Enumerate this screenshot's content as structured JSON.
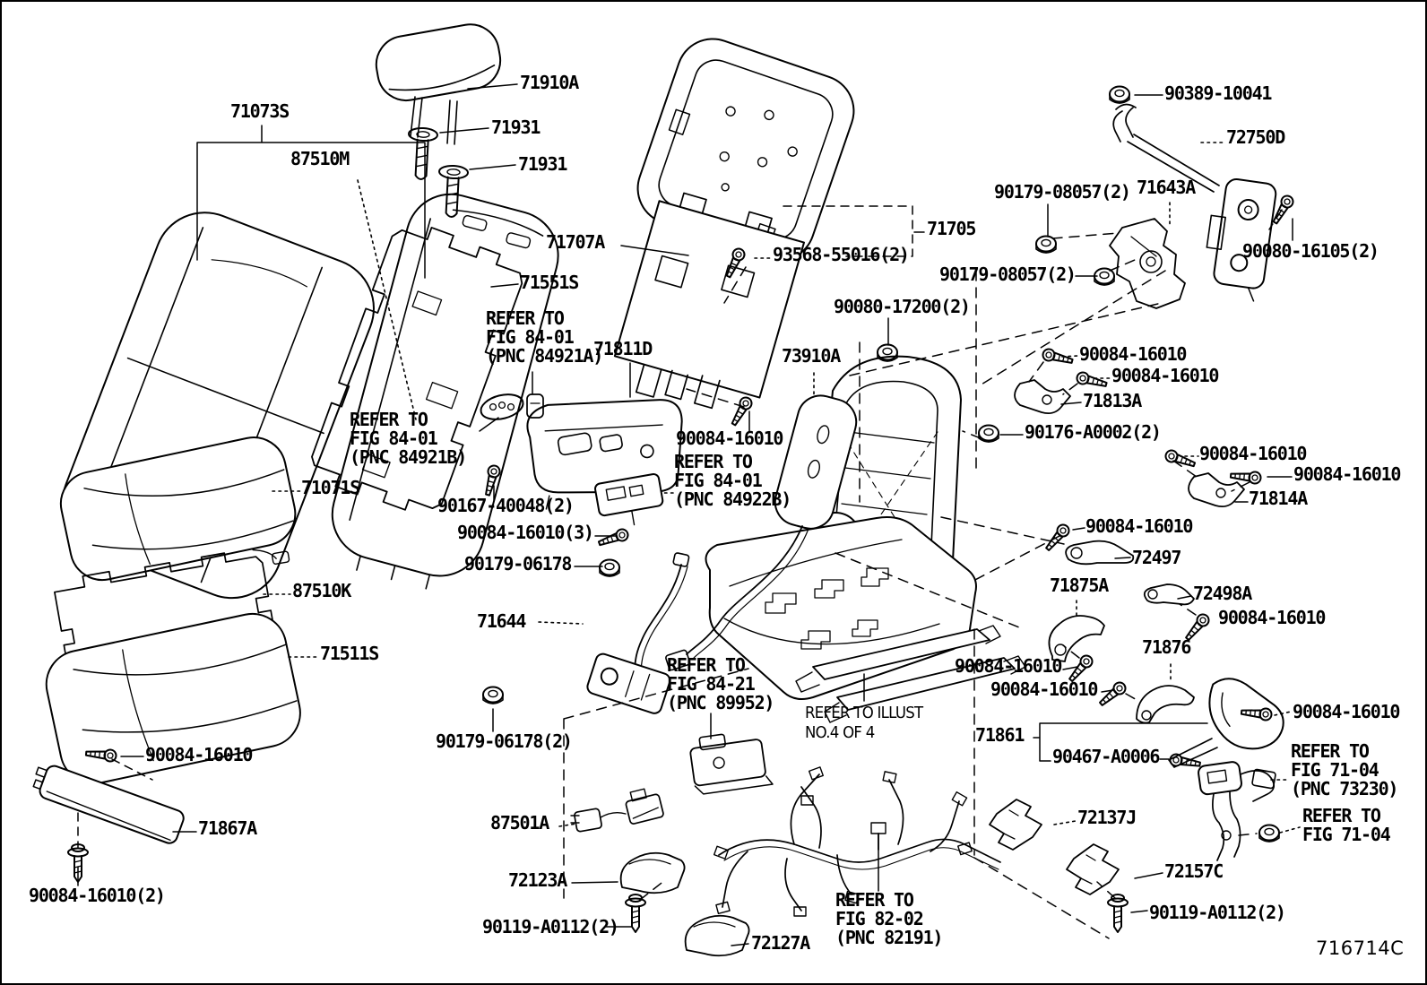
{
  "diagram": {
    "title": "Front seat & seat track exploded parts diagram",
    "code": "716714C",
    "colors": {
      "line": "#000000",
      "background": "#ffffff"
    },
    "labels": {
      "l71073S": "71073S",
      "l87510M": "87510M",
      "l71910A": "71910A",
      "l71931a": "71931",
      "l71931b": "71931",
      "l71551S": "71551S",
      "l71811D": "71811D",
      "l90167": "90167-40048(2)",
      "l90084_3": "90084-16010(3)",
      "l90179a": "90179-06178",
      "l71644": "71644",
      "l90179b": "90179-06178(2)",
      "l71707A": "71707A",
      "l93568": "93568-55016(2)",
      "l71705": "71705",
      "l90080_17200": "90080-17200(2)",
      "l73910A": "73910A",
      "l90084_c": "90084-16010",
      "l71071S": "71071S",
      "l87510K": "87510K",
      "l71511S": "71511S",
      "l90084_l1": "90084-16010",
      "l71867A": "71867A",
      "l90084_l2": "90084-16010(2)",
      "l90389": "90389-10041",
      "l72750D": "72750D",
      "l90179_08057a": "90179-08057(2)",
      "l71643A": "71643A",
      "l90080_16105": "90080-16105(2)",
      "l90179_08057b": "90179-08057(2)",
      "l90084_r1": "90084-16010",
      "l90084_r2": "90084-16010",
      "l71813A": "71813A",
      "l90176": "90176-A0002(2)",
      "l90084_r3": "90084-16010",
      "l90084_r4": "90084-16010",
      "l71814A": "71814A",
      "l90084_r5": "90084-16010",
      "l72497": "72497",
      "l71875A": "71875A",
      "l72498A": "72498A",
      "l90084_r6": "90084-16010",
      "l71876": "71876",
      "l90084_r7": "90084-16010",
      "l90084_r8": "90084-16010",
      "l90084_r9": "90084-16010",
      "l71861": "71861",
      "l90467": "90467-A0006",
      "l72137J": "72137J",
      "l72157C": "72157C",
      "l90119r": "90119-A0112(2)",
      "l87501A": "87501A",
      "l72123A": "72123A",
      "l90119l": "90119-A0112(2)",
      "l72127A": "72127A"
    },
    "notes": {
      "refer_8401a": "REFER TO\nFIG 84-01\n(PNC 84921A)",
      "refer_8401b": "REFER TO\nFIG 84-01\n(PNC 84921B)",
      "refer_8401c": "REFER TO\nFIG 84-01\n(PNC 84922B)",
      "refer_8421": "REFER TO\nFIG 84-21\n(PNC 89952)",
      "refer_illust": "REFER TO ILLUST\nNO.4 OF 4",
      "refer_7104a": "REFER TO\nFIG 71-04\n(PNC 73230)",
      "refer_7104b": "REFER TO\nFIG 71-04",
      "refer_8202": "REFER TO\nFIG 82-02\n(PNC 82191)"
    }
  }
}
